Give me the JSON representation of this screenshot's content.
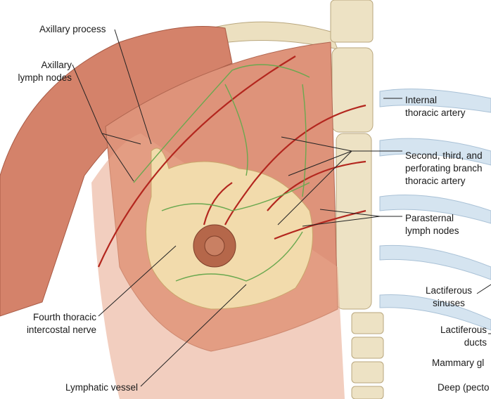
{
  "labels": {
    "axillary_process": "Axillary process",
    "axillary_lymph_nodes": "Axillary\nlymph nodes",
    "internal_thoracic_artery": "Internal\nthoracic artery",
    "perforating_branches": "Second, third, and\nperforating branch\nthoracic artery",
    "parasternal_lymph_nodes": "Parasternal\nlymph nodes",
    "lactiferous_sinuses": "Lactiferous\nsinuses",
    "lactiferous_ducts": "Lactiferous\nducts",
    "mammary_gland": "Mammary gl",
    "deep_pectoral": "Deep (pecto",
    "fourth_thoracic_nerve": "Fourth thoracic\nintercostal nerve",
    "lymphatic_vessel": "Lymphatic vessel"
  },
  "colors": {
    "muscle": "#d98b70",
    "skin": "#e9a88c",
    "bone": "#ede2c4",
    "rib": "#cfe0ee",
    "gland": "#f2dbac",
    "areola": "#b5674a",
    "artery": "#b3261e",
    "lymph": "#6aa84f"
  }
}
